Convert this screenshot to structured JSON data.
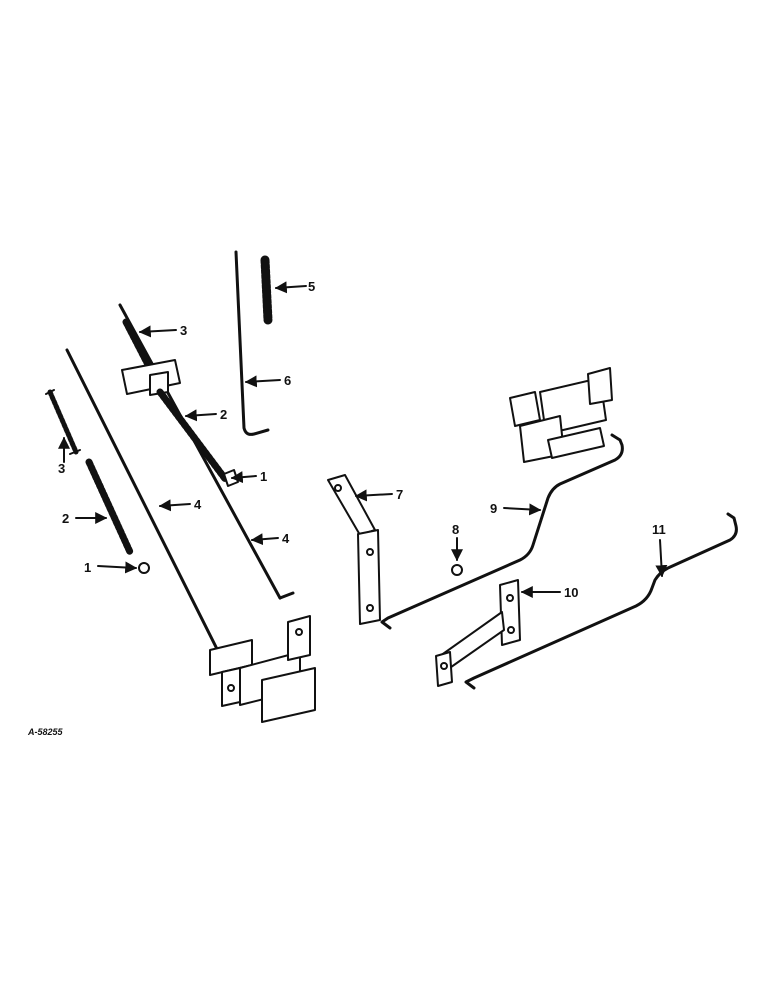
{
  "drawing_number": "A-58255",
  "callouts": [
    {
      "id": "c1-left",
      "text": "1"
    },
    {
      "id": "c2-left",
      "text": "2"
    },
    {
      "id": "c3-left",
      "text": "3"
    },
    {
      "id": "c4-center",
      "text": "4"
    },
    {
      "id": "c3-center",
      "text": "3"
    },
    {
      "id": "c2-center",
      "text": "2"
    },
    {
      "id": "c1-center",
      "text": "1"
    },
    {
      "id": "c4-right",
      "text": "4"
    },
    {
      "id": "c5",
      "text": "5"
    },
    {
      "id": "c6",
      "text": "6"
    },
    {
      "id": "c7",
      "text": "7"
    },
    {
      "id": "c8",
      "text": "8"
    },
    {
      "id": "c9",
      "text": "9"
    },
    {
      "id": "c10",
      "text": "10"
    },
    {
      "id": "c11",
      "text": "11"
    }
  ],
  "colors": {
    "ink": "#111111",
    "paper": "#ffffff"
  }
}
